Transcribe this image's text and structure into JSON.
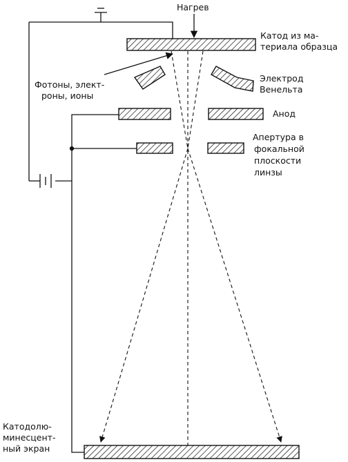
{
  "labels": {
    "heating": "Нагрев",
    "cathode_l1": "Катод из ма-",
    "cathode_l2": "териала образца",
    "photons_l1": "Фотоны, элект-",
    "photons_l2": "роны, ионы",
    "wehnelt_l1": "Электрод",
    "wehnelt_l2": "Венельта",
    "anode": "Анод",
    "aperture_l1": "Апертура в",
    "aperture_l2": "фокальной",
    "aperture_l3": "плоскости",
    "aperture_l4": "линзы",
    "screen_l1": "Катодолю-",
    "screen_l2": "минесцент-",
    "screen_l3": "ный экран"
  },
  "colors": {
    "ink": "#111111",
    "paper": "#ffffff"
  }
}
